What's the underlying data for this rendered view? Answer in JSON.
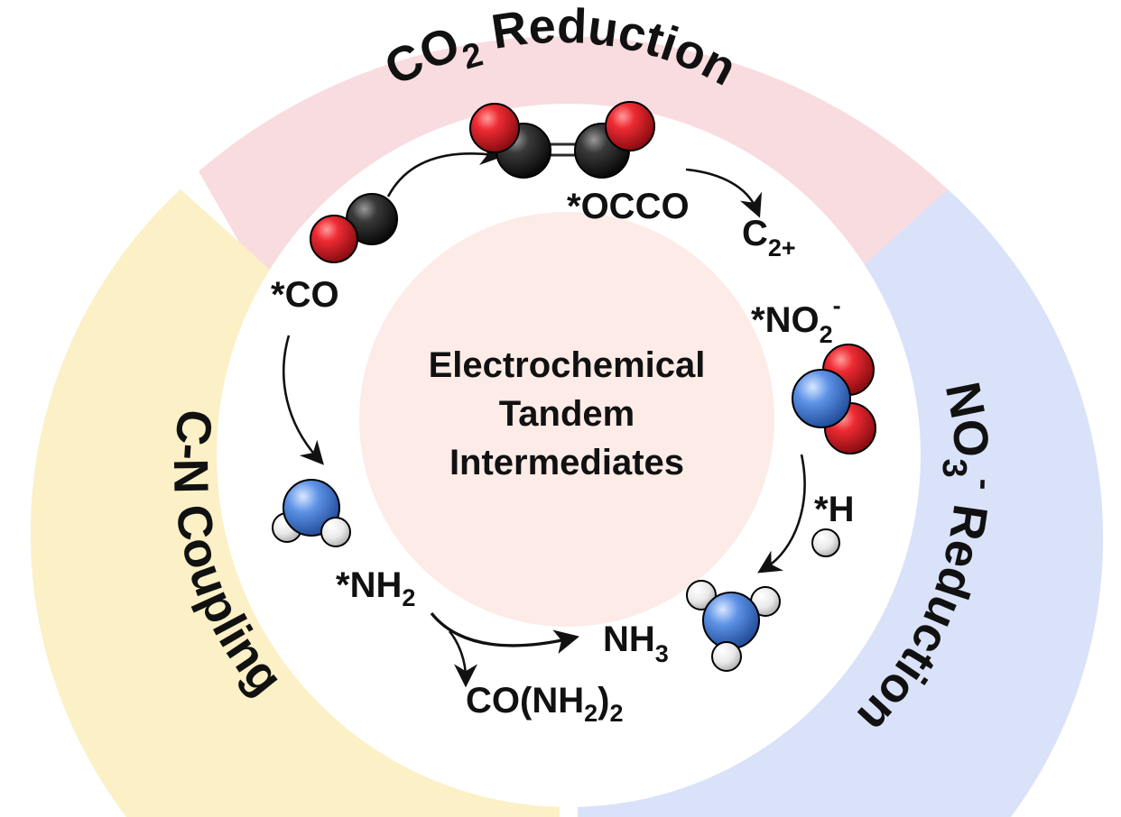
{
  "colors": {
    "co2_sector": "#f9dcdf",
    "no3_sector": "#d9e2f8",
    "cn_sector": "#fbf0c6",
    "center_disc": "#fcebe7",
    "carbon": "#2b2b2b",
    "oxygen": "#e11f2a",
    "nitrogen": "#5b8ee0",
    "hydrogen": "#e8e8e8",
    "arrow": "#111111"
  },
  "sectors": {
    "co2": {
      "prefix": "CO",
      "sub": "2",
      "suffix": " Reduction"
    },
    "no3": {
      "prefix": "NO",
      "sub": "3",
      "sup": "-",
      "suffix": " Reduction"
    },
    "cn": {
      "title": "C-N Coupling"
    }
  },
  "center": {
    "line1": "Electrochemical",
    "line2": "Tandem",
    "line3": "Intermediates"
  },
  "intermediates": {
    "co": "*CO",
    "occo": "*OCCO",
    "c2": {
      "base": "C",
      "sub": "2+"
    },
    "no2": {
      "base": "*NO",
      "sub": "2",
      "sup": "-"
    },
    "h": "*H",
    "nh2": {
      "base": "*NH",
      "sub": "2"
    },
    "nh3": {
      "base": "NH",
      "sub": "3"
    },
    "urea": {
      "a": "CO(NH",
      "sub1": "2",
      "b": ")",
      "sub2": "2"
    }
  },
  "molecules": {
    "co": [
      "oxygen-atom",
      "carbon-atom"
    ],
    "occo": [
      "oxygen-atom",
      "carbon-atom",
      "carbon-atom",
      "oxygen-atom"
    ],
    "no2": [
      "nitrogen-atom",
      "oxygen-atom",
      "oxygen-atom"
    ],
    "nh2": [
      "nitrogen-atom",
      "hydrogen-atom",
      "hydrogen-atom"
    ],
    "h": [
      "hydrogen-atom"
    ],
    "nh3": [
      "nitrogen-atom",
      "hydrogen-atom",
      "hydrogen-atom",
      "hydrogen-atom"
    ]
  }
}
